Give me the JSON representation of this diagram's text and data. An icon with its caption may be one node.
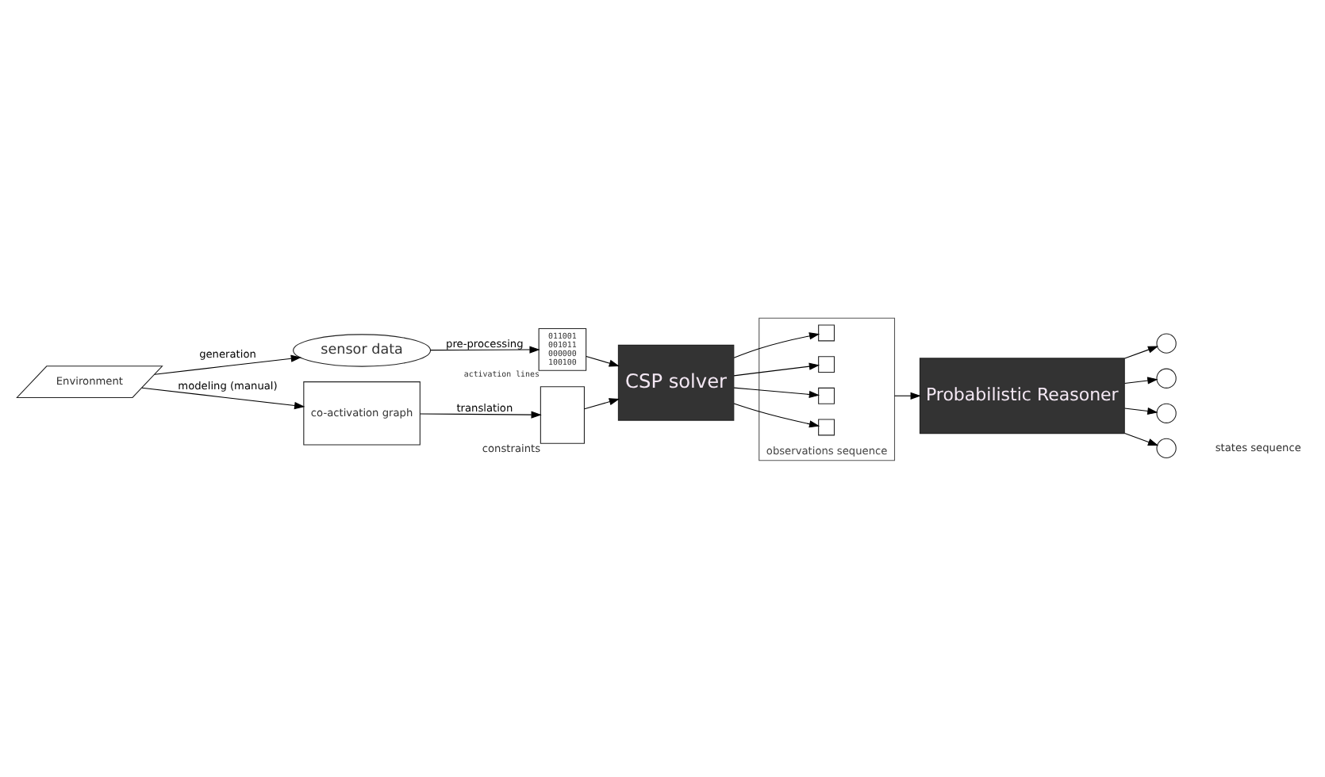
{
  "diagram": {
    "nodes": [
      {
        "text": [
          "Environment"
        ]
      },
      {
        "text": [
          "sensor data"
        ]
      },
      {
        "text": [
          "co-activation graph"
        ]
      },
      {
        "text": [
          "011001 001011 000000 100100"
        ],
        "beside": [
          "activation lines"
        ]
      },
      {
        "text": [],
        "shape": "box",
        "beside": [
          "constraints"
        ]
      },
      {
        "text": [
          "CSP solver"
        ]
      },
      {
        "text": [],
        "shape": "box",
        "beside": [
          "observations sequence"
        ]
      },
      {
        "text": [],
        "shape": "box",
        "in": 6
      },
      {
        "text": [],
        "shape": "box",
        "in": 6
      },
      {
        "text": [],
        "shape": "box",
        "in": 6
      },
      {
        "text": [],
        "shape": "box",
        "in": 6
      },
      {
        "text": [
          "Probabilistic Reasoner"
        ]
      },
      {
        "text": [],
        "shape": "circle"
      },
      {
        "text": [],
        "shape": "circle"
      },
      {
        "text": [],
        "shape": "circle"
      },
      {
        "text": [],
        "shape": "circle"
      }
    ],
    "edges": [
      {
        "from": 0,
        "to": 1,
        "arrow": "to",
        "label": "generation"
      },
      {
        "from": 0,
        "to": 2,
        "arrow": "to",
        "label": "modeling (manual)"
      },
      {
        "from": 1,
        "to": 3,
        "arrow": "to",
        "label": "pre-processing"
      },
      {
        "from": 2,
        "to": 4,
        "arrow": "to",
        "label": "translation"
      },
      {
        "from": 3,
        "to": 5,
        "arrow": "to"
      },
      {
        "from": 4,
        "to": 5,
        "arrow": "to"
      },
      {
        "from": 5,
        "to": 7,
        "arrow": "to"
      },
      {
        "from": 5,
        "to": 8,
        "arrow": "to"
      },
      {
        "from": 5,
        "to": 9,
        "arrow": "to"
      },
      {
        "from": 5,
        "to": 10,
        "arrow": "to"
      },
      {
        "from": 6,
        "to": 11,
        "arrow": "to"
      },
      {
        "from": 11,
        "to": 12,
        "arrow": "to"
      },
      {
        "from": 11,
        "to": 13,
        "arrow": "to"
      },
      {
        "from": 11,
        "to": 14,
        "arrow": "to"
      },
      {
        "from": 11,
        "to": 15,
        "arrow": "to"
      }
    ],
    "labels": [
      "states sequence"
    ]
  }
}
